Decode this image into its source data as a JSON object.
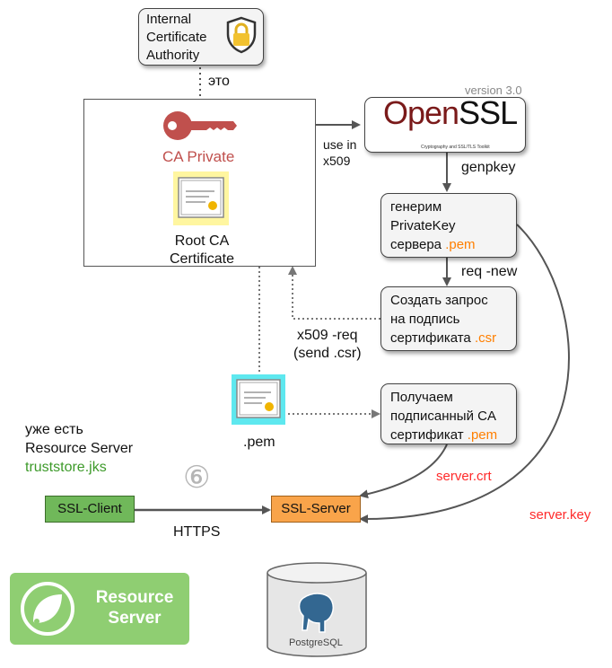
{
  "ica": {
    "line1": "Internal",
    "line2": "Certificate",
    "line3": "Authority"
  },
  "eto_label": "это",
  "version_label": "version 3.0",
  "openssl": {
    "logo_open": "Open",
    "logo_ssl": "SSL",
    "tagline": "Cryptography and SSL/TLS Toolkit"
  },
  "ca_private_label": "CA Private",
  "root_ca": {
    "line1": "Root CA",
    "line2": "Certificate"
  },
  "use_in": {
    "line1": "use in",
    "line2": "x509"
  },
  "genpkey_label": "genpkey",
  "gen_box": {
    "line1": "генерим",
    "line2": "PrivateKey",
    "line3_text": "сервера ",
    "line3_ext": ".pem"
  },
  "req_new_label": "req -new",
  "csr_box": {
    "line1": "Создать запрос",
    "line2": "на подпись",
    "line3_text": "сертификата ",
    "line3_ext": ".csr"
  },
  "x509_req": {
    "line1": "x509 -req",
    "line2": "(send .csr)"
  },
  "signed_box": {
    "line1": "Получаем",
    "line2": "подписанный CA",
    "line3_text": "сертификат ",
    "line3_ext": ".pem"
  },
  "pem_label": ".pem",
  "resource_info": {
    "line1": "уже есть",
    "line2": "Resource Server",
    "line3": "truststore.jks"
  },
  "step_number": "⑥",
  "server_crt_label": "server.crt",
  "server_key_label": "server.key",
  "ssl_client_label": "SSL-Client",
  "ssl_server_label": "SSL-Server",
  "https_label": "HTTPS",
  "resource_server_badge": {
    "line1": "Resource",
    "line2": "Server"
  },
  "postgres_label": "PostgreSQL",
  "colors": {
    "orange": "#ff7f00",
    "red": "#ff2a2a",
    "green": "#3d9a2a",
    "key": "#c0504d",
    "client": "#70b85a",
    "server": "#f9a44a",
    "spring": "#8fce72"
  }
}
